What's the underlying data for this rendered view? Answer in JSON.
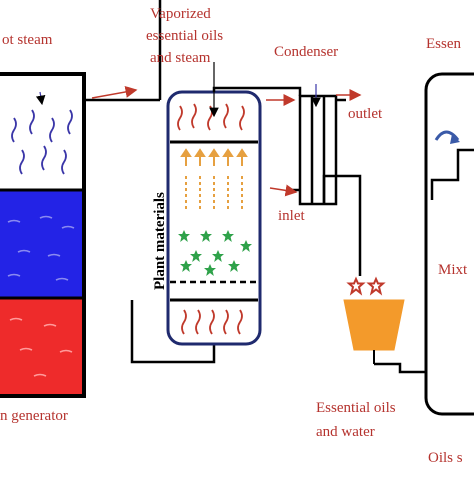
{
  "labels": {
    "hot_steam": "ot steam",
    "vaporized_line1": "Vaporized",
    "vaporized_line2": "essential oils",
    "vaporized_line3": "and steam",
    "condenser": "Condenser",
    "outlet": "outlet",
    "inlet": "inlet",
    "plant_materials": "Plant materials",
    "generator": "n generator",
    "essential_oils_water_line1": "Essential oils",
    "essential_oils_water_line2": "and water",
    "essential_right": "Essen",
    "mixture": "Mixt",
    "oils_separator": "Oils s"
  },
  "colors": {
    "label_text": "#b5332e",
    "flow_arrow": "#c0392b",
    "tank_blue": "#2323e6",
    "tank_red": "#ee2b2b",
    "column_border": "#1f2a6e",
    "steam_wisp": "#3a36a8",
    "vapor_wisp": "#c0392b",
    "vapor_arrows": "#e6a040",
    "plant_stars": "#2fa24a",
    "collection_beaker": "#f39a2b",
    "droplet_stars": "#c0392b"
  }
}
